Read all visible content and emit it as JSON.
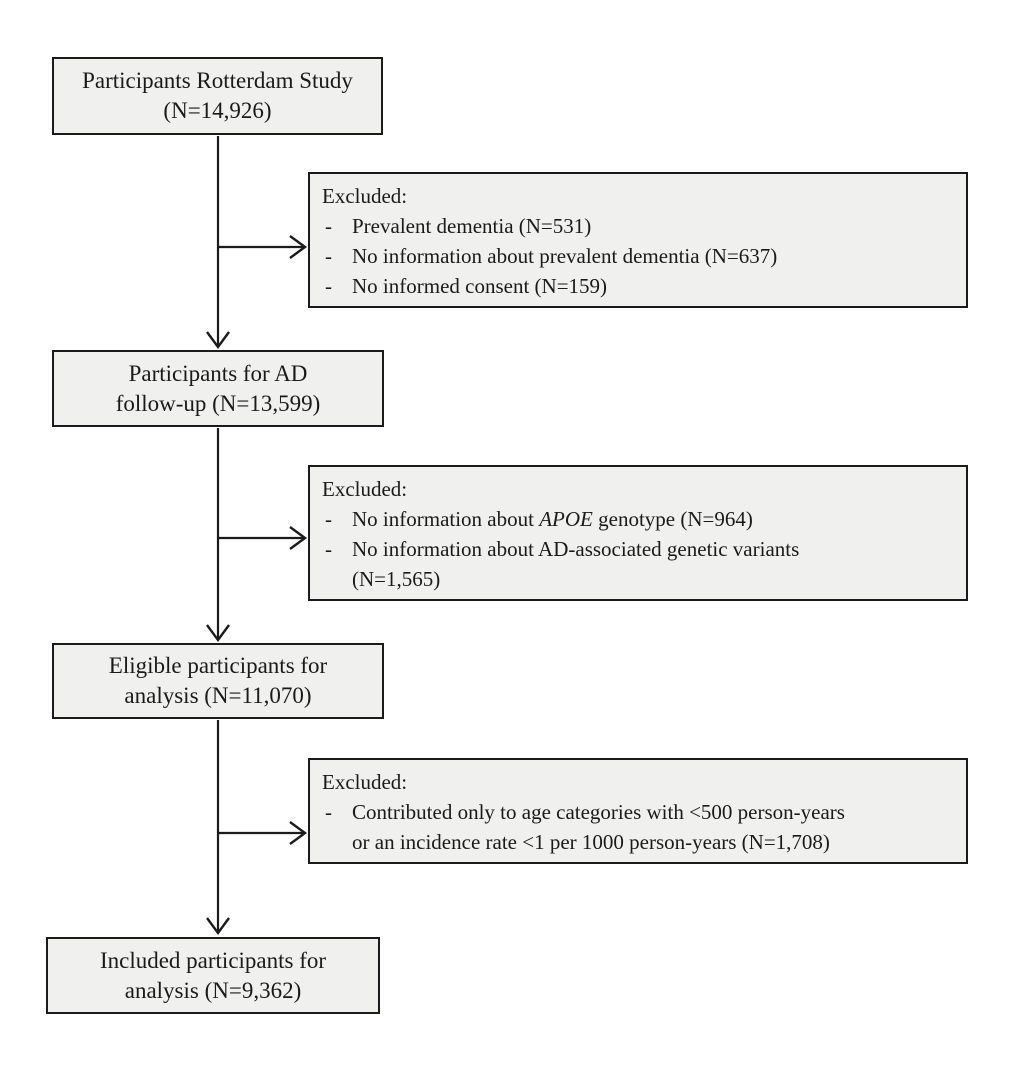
{
  "diagram": {
    "type": "participant-flowchart",
    "bullet_marker": "-",
    "main_boxes": [
      {
        "name": "participants-rotterdam-study",
        "lines": [
          "Participants Rotterdam Study",
          "(N=14,926)"
        ]
      },
      {
        "name": "participants-ad-followup",
        "lines": [
          "Participants for AD",
          "follow-up (N=13,599)"
        ]
      },
      {
        "name": "eligible-participants",
        "lines": [
          "Eligible participants for",
          "analysis (N=11,070)"
        ]
      },
      {
        "name": "included-participants",
        "lines": [
          "Included participants for",
          "analysis (N=9,362)"
        ]
      }
    ],
    "exclusion_boxes": [
      {
        "heading": "Excluded:",
        "bullets": [
          [
            {
              "t": "Prevalent dementia (N=531)"
            }
          ],
          [
            {
              "t": "No information about prevalent dementia (N=637)"
            }
          ],
          [
            {
              "t": "No informed consent (N=159)"
            }
          ]
        ]
      },
      {
        "heading": "Excluded:",
        "bullets": [
          [
            {
              "t": "No information about "
            },
            {
              "t": "APOE",
              "i": true
            },
            {
              "t": " genotype (N=964)"
            }
          ],
          [
            {
              "t": "No information about AD-associated genetic variants"
            },
            {
              "br": true
            },
            {
              "t": "(N=1,565)"
            }
          ]
        ]
      },
      {
        "heading": "Excluded:",
        "bullets": [
          [
            {
              "t": "Contributed only to age categories with <500 person-years"
            },
            {
              "br": true
            },
            {
              "t": "or an incidence rate <1 per 1000 person-years (N=1,708)"
            }
          ]
        ]
      }
    ],
    "colors": {
      "background": "#ffffff",
      "box_fill": "#f0f0ef",
      "box_border": "#1b1b1b",
      "arrow": "#1b1b1b",
      "text": "#1a1a1a"
    }
  }
}
